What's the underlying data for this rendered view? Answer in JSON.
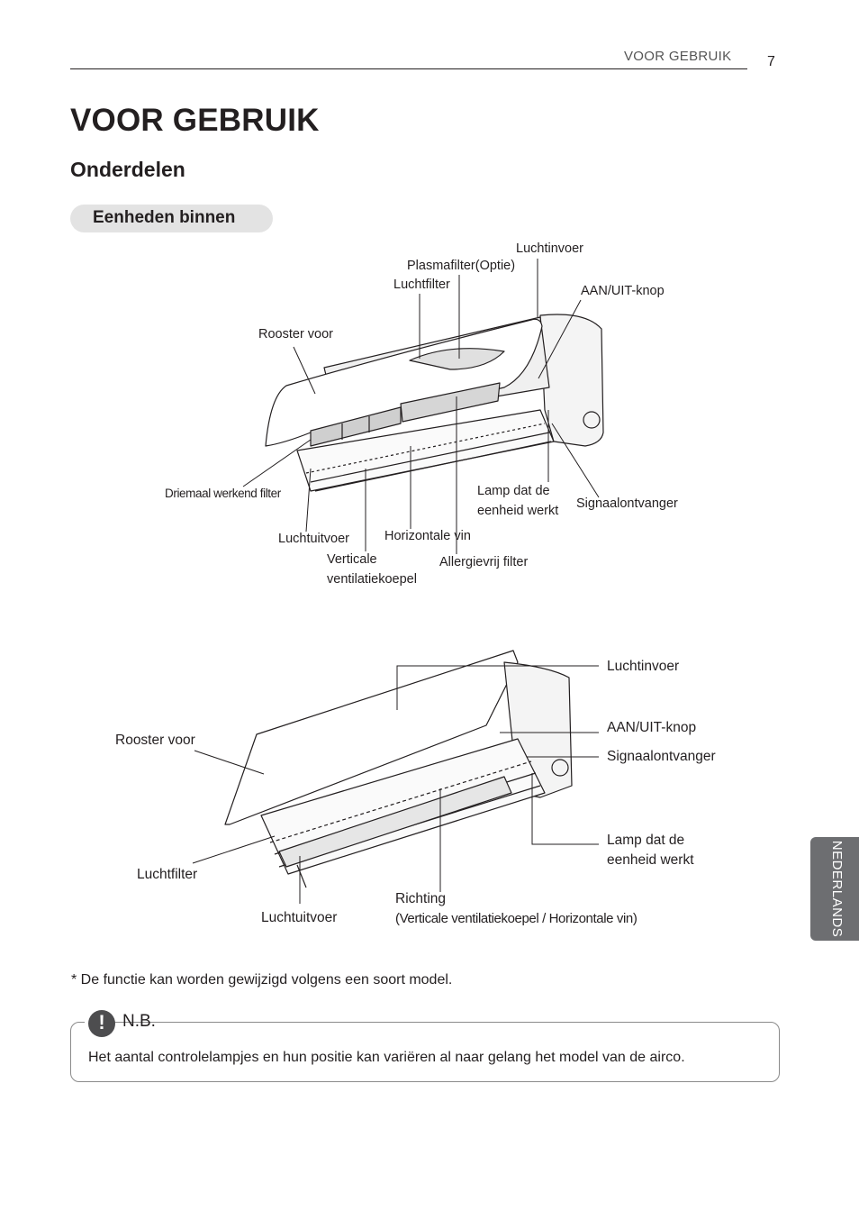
{
  "header": {
    "running_head": "VOOR GEBRUIK",
    "page_number": "7"
  },
  "title": "VOOR GEBRUIK",
  "section": "Onderdelen",
  "subsection": "Eenheden binnen",
  "diagram1": {
    "luchtinvoer": "Luchtinvoer",
    "plasmafilter": "Plasmafilter(Optie)",
    "luchtfilter": "Luchtfilter",
    "aan_uit_knop": "AAN/UIT-knop",
    "rooster_voor": "Rooster voor",
    "driemaal": "Driemaal werkend filter",
    "lamp_line1": "Lamp dat de",
    "lamp_line2": "eenheid werkt",
    "signaalontvanger": "Signaalontvanger",
    "luchtuitvoer": "Luchtuitvoer",
    "horizontale_vin": "Horizontale vin",
    "verticale_line1": "Verticale",
    "verticale_line2": "ventilatiekoepel",
    "allergievrij": "Allergievrij filter"
  },
  "diagram2": {
    "luchtinvoer": "Luchtinvoer",
    "aan_uit_knop": "AAN/UIT-knop",
    "signaalontvanger": "Signaalontvanger",
    "rooster_voor": "Rooster voor",
    "lamp_line1": "Lamp dat de",
    "lamp_line2": "eenheid werkt",
    "luchtfilter": "Luchtfilter",
    "richting": "Richting",
    "richting_detail": "(Verticale ventilatiekoepel / Horizontale vin)",
    "luchtuitvoer": "Luchtuitvoer"
  },
  "side_tab": "NEDERLANDS",
  "footnote": "* De functie kan worden gewijzigd volgens een soort model.",
  "note": {
    "icon": "exclamation-icon",
    "label": "N.B.",
    "text": "Het aantal controlelampjes en hun positie kan variëren al naar gelang het model van de airco."
  },
  "colors": {
    "text": "#231f20",
    "pill": "#e3e3e3",
    "tab": "#6d6e71"
  }
}
